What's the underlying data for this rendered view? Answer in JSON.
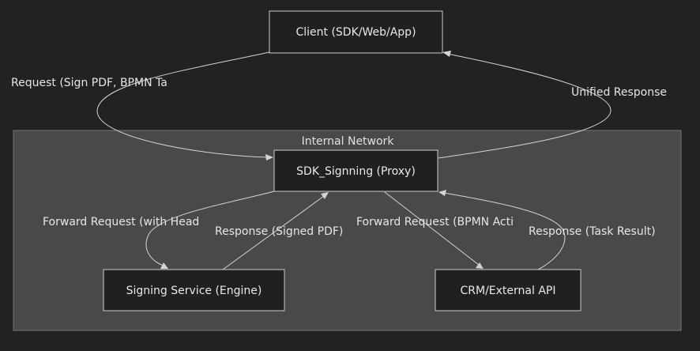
{
  "cluster": {
    "label": "Internal Network"
  },
  "nodes": {
    "client": "Client (SDK/Web/App)",
    "proxy": "SDK_Signning (Proxy)",
    "signing": "Signing Service (Engine)",
    "crm": "CRM/External API"
  },
  "edges": {
    "client_to_proxy": "Request (Sign PDF, BPMN Tas",
    "proxy_to_client": "Unified Response",
    "proxy_to_signing": "Forward Request (with Head",
    "signing_to_proxy": "Response (Signed PDF)",
    "proxy_to_crm": "Forward Request (BPMN Acti",
    "crm_to_proxy": "Response (Task Result)"
  },
  "colors": {
    "background": "#222222",
    "cluster_fill": "#484a49",
    "node_fill": "#1f2020",
    "line": "#d4d4d4"
  }
}
